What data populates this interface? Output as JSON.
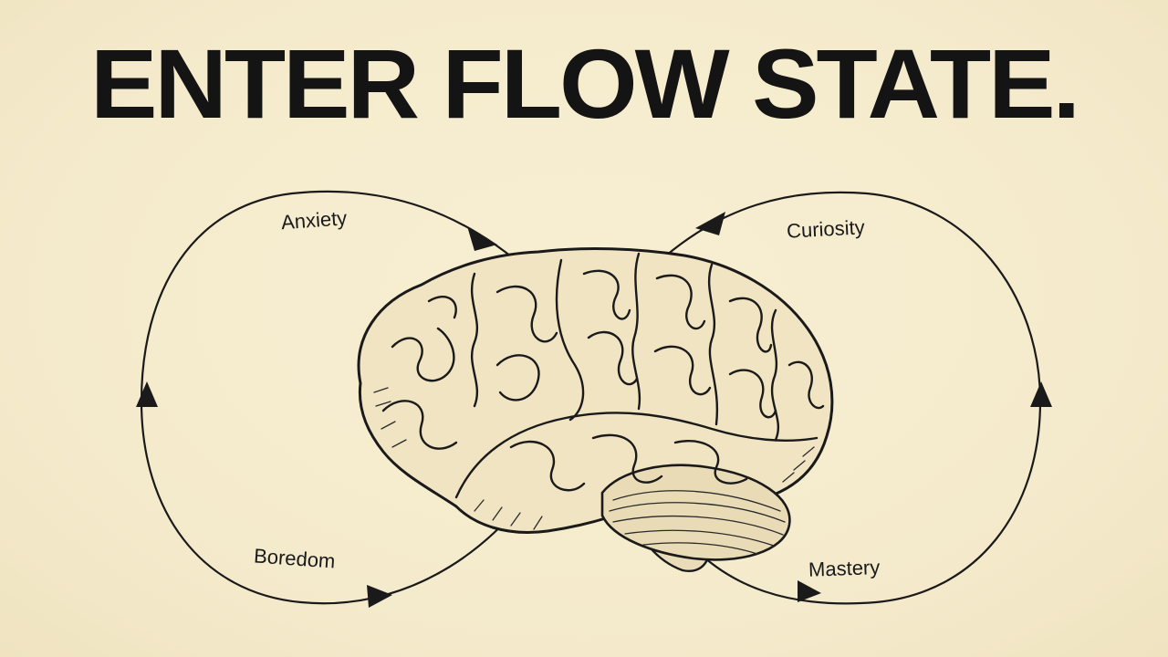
{
  "title": "ENTER FLOW STATE.",
  "loop": {
    "labels": {
      "anxiety": "Anxiety",
      "curiosity": "Curiosity",
      "boredom": "Boredom",
      "mastery": "Mastery"
    }
  },
  "colors": {
    "background": "#f6edcf",
    "ink": "#141414"
  },
  "icons": {
    "center": "brain-illustration"
  }
}
